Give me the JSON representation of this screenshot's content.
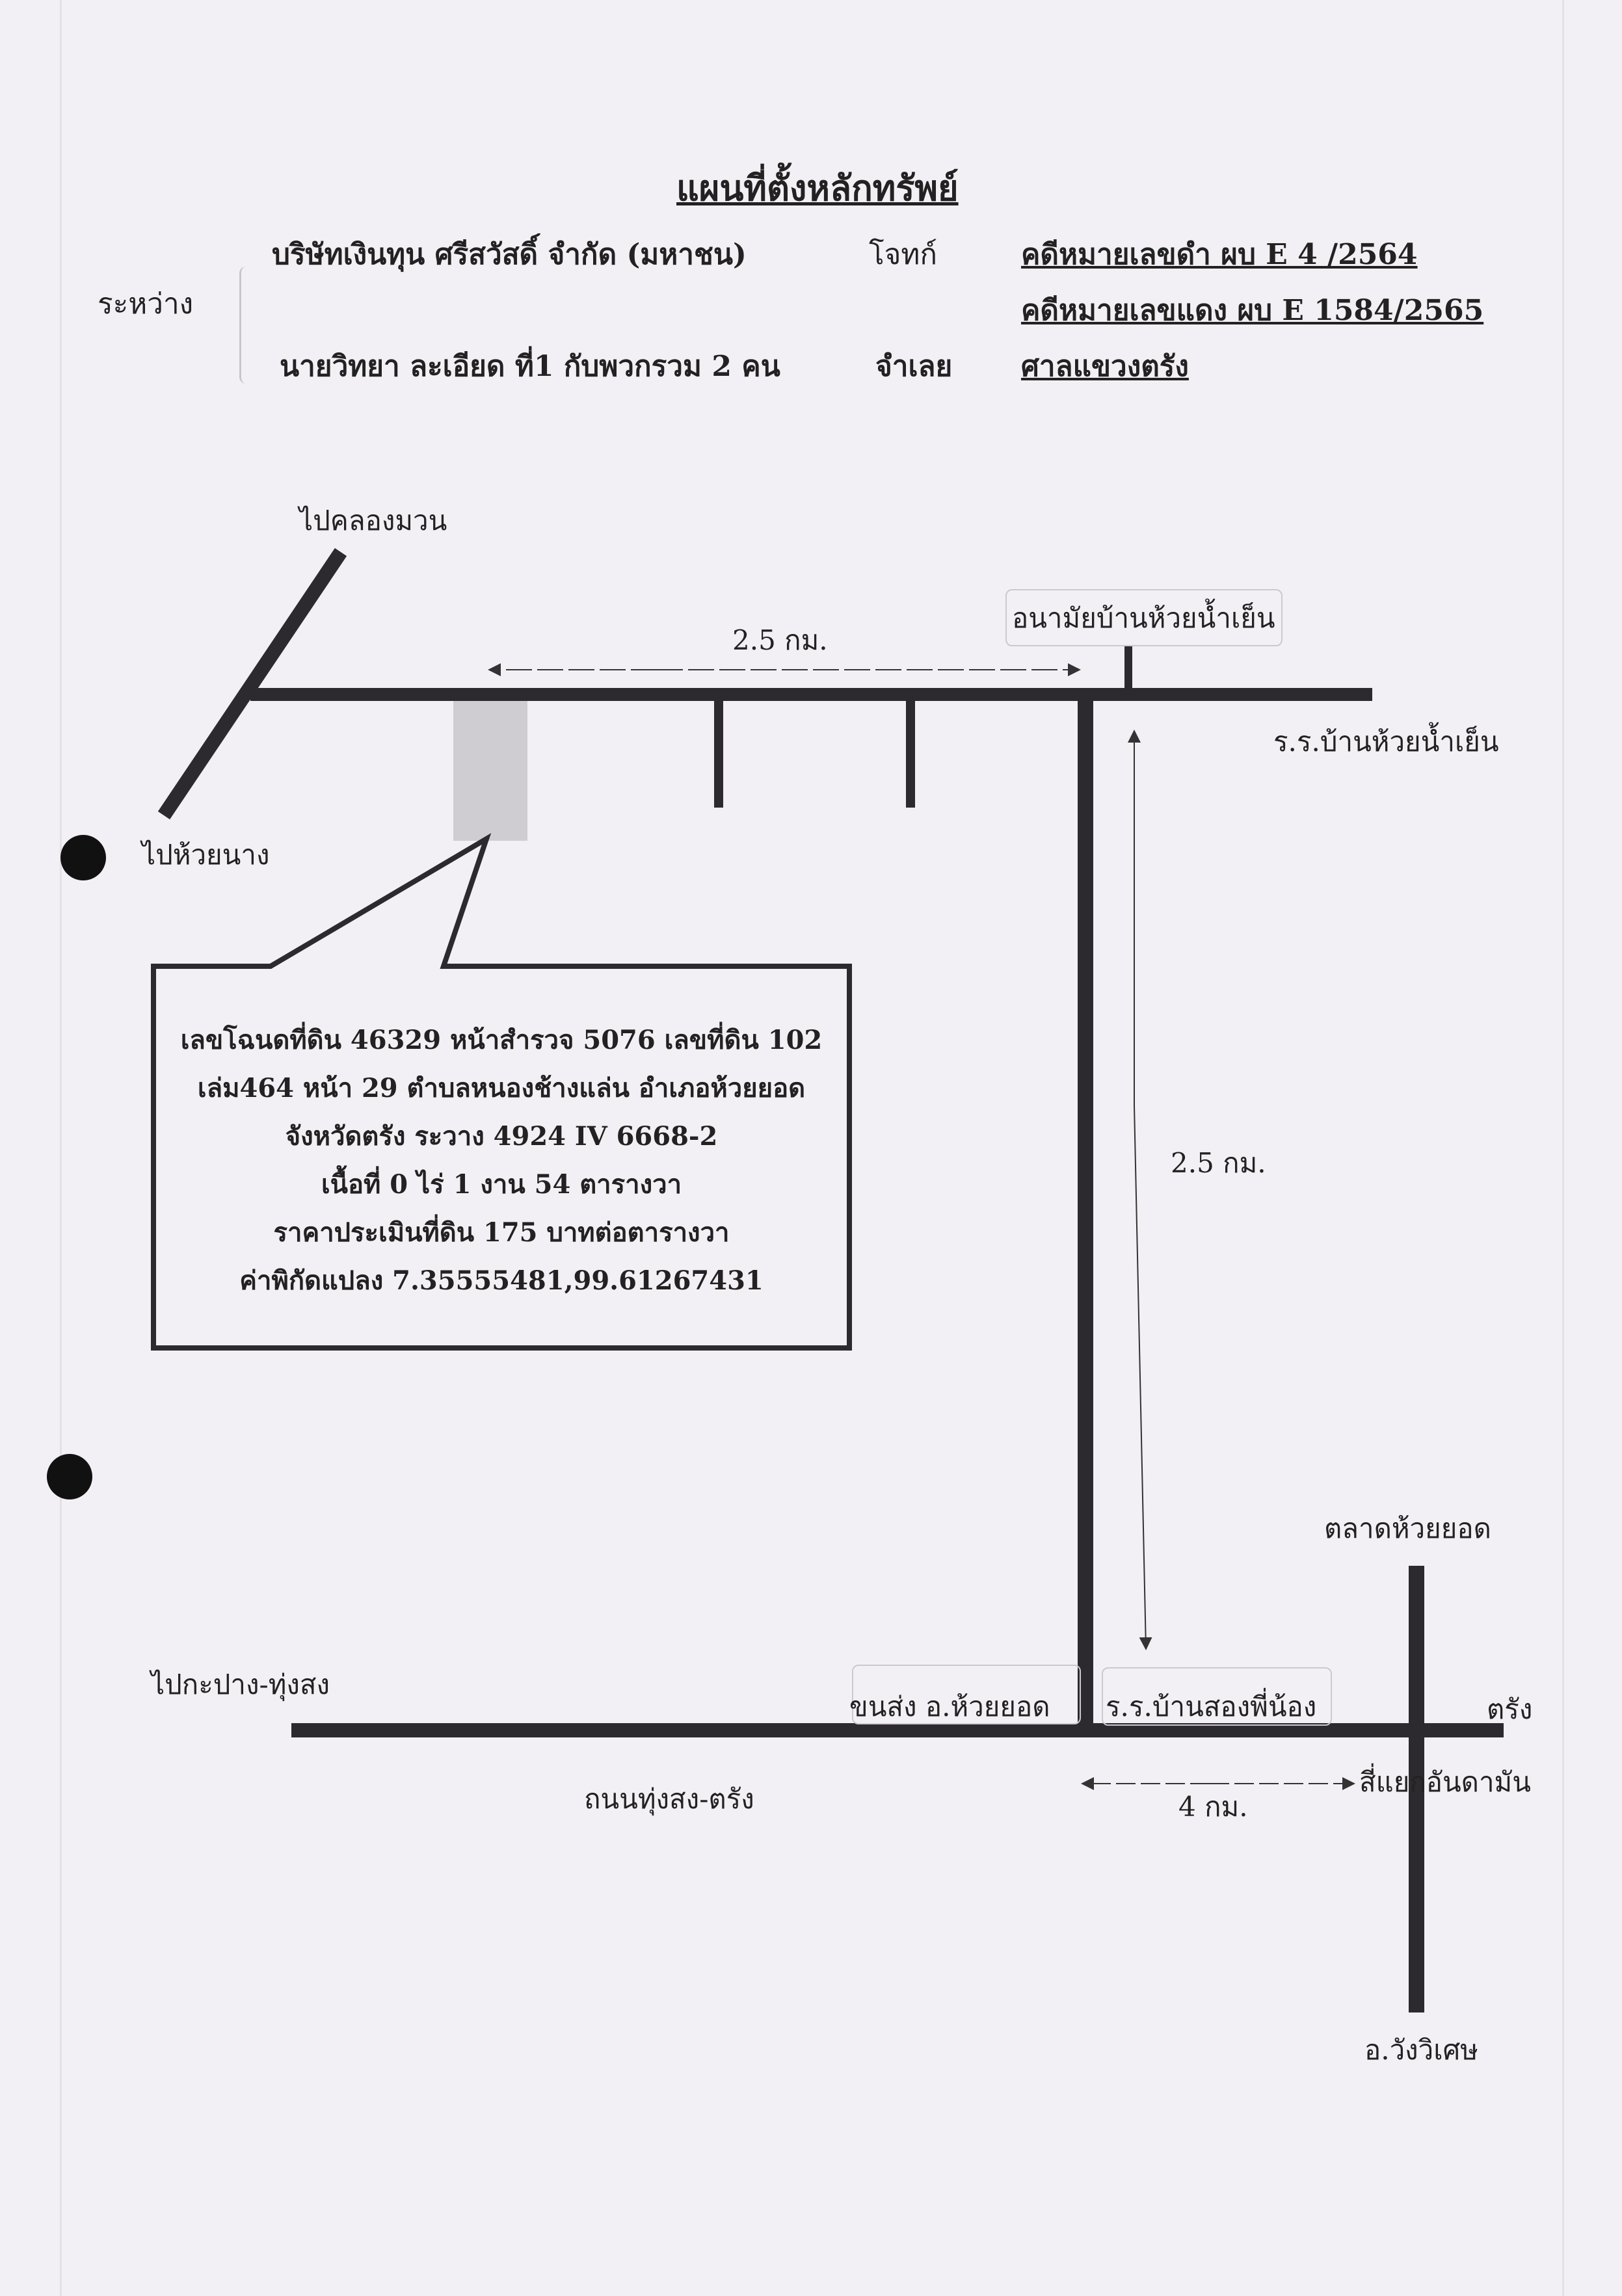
{
  "header": {
    "title": "แผนที่ตั้งหลักทรัพย์",
    "between_label": "ระหว่าง",
    "plaintiff_name": "บริษัทเงินทุน ศรีสวัสดิ์ จำกัด (มหาชน)",
    "plaintiff_role": "โจทก์",
    "defendant_name": "นายวิทยา ละเอียด ที่1 กับพวกรวม 2 คน",
    "defendant_role": "จำเลย",
    "black_case": "คดีหมายเลขดำ ผบ E 4 /2564",
    "red_case": "คดีหมายเลขแดง ผบ E 1584/2565",
    "court": "ศาลแขวงตรัง"
  },
  "map": {
    "labels": {
      "to_khlong_muan": "ไปคลองมวน",
      "to_huai_nang": "ไปห้วยนาง",
      "health_station": "อนามัยบ้านห้วยน้ำเย็น",
      "school_huai_nam_yen": "ร.ร.บ้านห้วยน้ำเย็น",
      "dist_top": "2.5 กม.",
      "dist_vertical": "2.5 กม.",
      "market": "ตลาดห้วยยอด",
      "to_kapang": "ไปกะปาง-ทุ่งสง",
      "transport": "ขนส่ง อ.ห้วยยอด",
      "school_song_phi_nong": "ร.ร.บ้านสองพี่น้อง",
      "trang": "ตรัง",
      "road_name": "ถนนทุ่งสง-ตรัง",
      "intersection": "สี่แยกอันดามัน",
      "dist_bottom": "4 กม.",
      "wang_wiset": "อ.วังวิเศษ"
    },
    "info_box": {
      "line1": "เลขโฉนดที่ดิน 46329 หน้าสำรวจ 5076 เลขที่ดิน 102",
      "line2": "เล่ม464 หน้า 29 ตำบลหนองช้างแล่น อำเภอห้วยยอด",
      "line3": "จังหวัดตรัง ระวาง 4924 IV 6668-2",
      "line4": "เนื้อที่ 0 ไร่ 1 งาน 54 ตารางวา",
      "line5": "ราคาประเมินที่ดิน 175 บาทต่อตารางวา",
      "line6": "ค่าพิกัดแปลง 7.35555481,99.61267431"
    }
  },
  "colors": {
    "road": "#2d2a2f",
    "paper": "#f3f0f5",
    "parcel": "#cfcdd2"
  }
}
